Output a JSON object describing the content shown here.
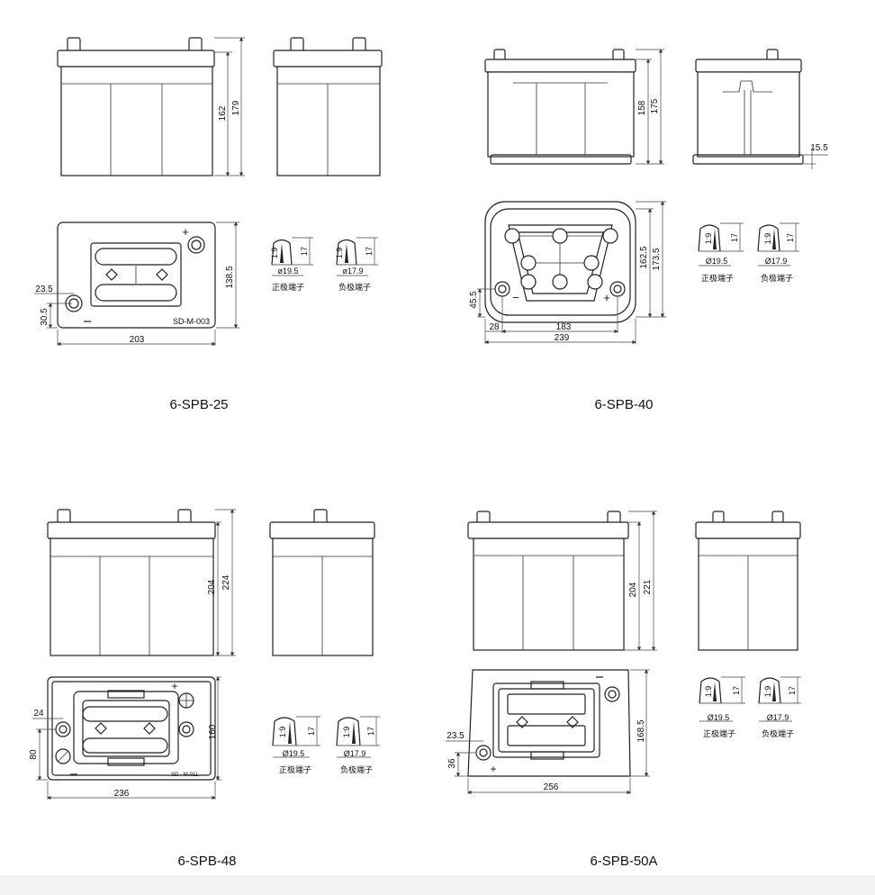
{
  "models": [
    {
      "name": "6-SPB-25",
      "dims": {
        "height_case": "162",
        "height_total": "179",
        "length": "203",
        "width": "138.5",
        "term_offset_x": "23.5",
        "term_offset_y": "30.5"
      },
      "plate_code": "SD-M-003",
      "terminals": {
        "positive": {
          "height": "1:9",
          "depth": "17",
          "dia": "ø19.5",
          "label": "正极端子"
        },
        "negative": {
          "height": "1:9",
          "depth": "17",
          "dia": "ø17.9",
          "label": "负极端子"
        }
      }
    },
    {
      "name": "6-SPB-40",
      "dims": {
        "height_case": "158",
        "height_total": "175",
        "lip": "15.5",
        "width_inner": "162.5",
        "width": "173.5",
        "term_offset_y": "45.5",
        "term_offset_x": "28",
        "term_spacing": "183",
        "length": "239"
      },
      "terminals": {
        "positive": {
          "height": "1:9",
          "depth": "17",
          "dia": "Ø19.5",
          "label": "正极端子"
        },
        "negative": {
          "height": "1:9",
          "depth": "17",
          "dia": "Ø17.9",
          "label": "负极端子"
        }
      }
    },
    {
      "name": "6-SPB-48",
      "dims": {
        "height_case": "204",
        "height_total": "224",
        "width": "160",
        "term_offset_x": "24",
        "term_offset_y": "80",
        "length": "236"
      },
      "plate_code": "SD · M-011",
      "terminals": {
        "positive": {
          "height": "1:9",
          "depth": "17",
          "dia": "Ø19.5",
          "label": "正极端子"
        },
        "negative": {
          "height": "1:9",
          "depth": "17",
          "dia": "Ø17.9",
          "label": "负极端子"
        }
      }
    },
    {
      "name": "6-SPB-50A",
      "dims": {
        "height_case": "204",
        "height_total": "221",
        "width": "168.5",
        "term_offset_x": "23.5",
        "term_offset_y": "36",
        "length": "256"
      },
      "terminals": {
        "positive": {
          "height": "1:9",
          "depth": "17",
          "dia": "Ø19.5",
          "label": "正极端子"
        },
        "negative": {
          "height": "1:9",
          "depth": "17",
          "dia": "Ø17.9",
          "label": "负极端子"
        }
      }
    }
  ],
  "symbols": {
    "plus": "+",
    "minus": "−"
  }
}
